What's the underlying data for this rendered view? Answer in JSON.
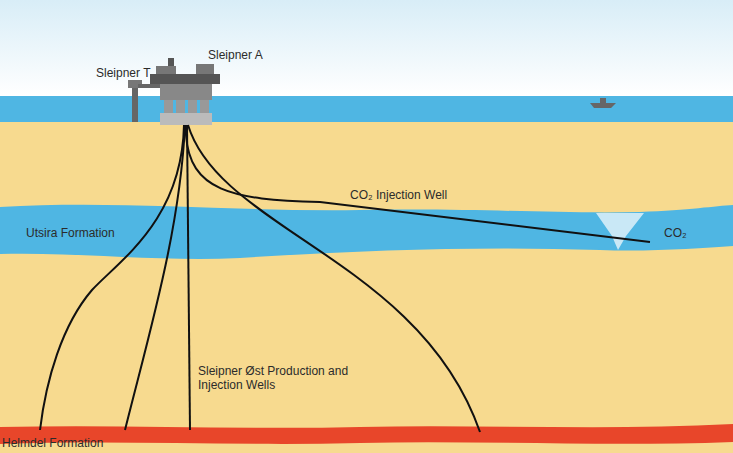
{
  "diagram": {
    "labels": [
      "Sleipner T",
      "Sleipner A",
      "CO₂ Injection Well",
      "Utsira Formation",
      "CO₂",
      "Sleipner Øst Production and Injection Wells",
      "Helmdel Formation"
    ]
  }
}
